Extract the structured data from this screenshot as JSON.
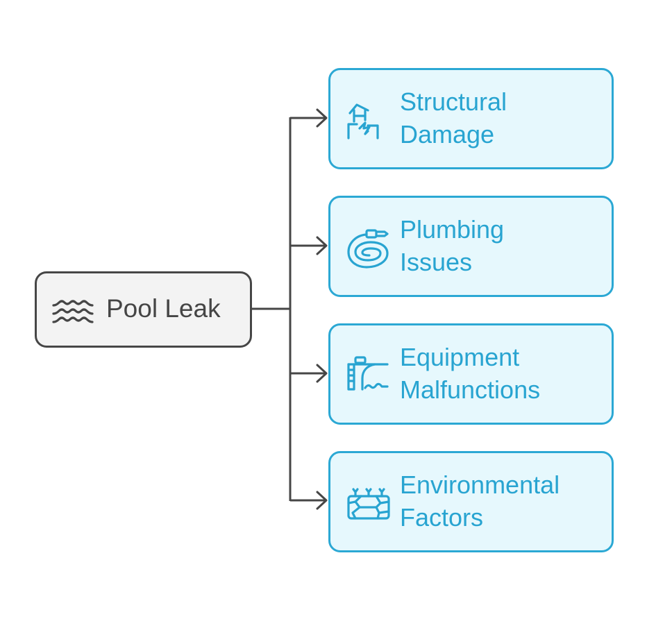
{
  "diagram": {
    "type": "tree",
    "root": {
      "label": "Pool Leak",
      "icon": "water-waves-icon"
    },
    "children": [
      {
        "line1": "Structural",
        "line2": "Damage",
        "icon": "cracked-house-icon"
      },
      {
        "line1": "Plumbing",
        "line2": "Issues",
        "icon": "coiled-hose-icon"
      },
      {
        "line1": "Equipment",
        "line2": "Malfunctions",
        "icon": "pool-ladder-slide-icon"
      },
      {
        "line1": "Environmental",
        "line2": "Factors",
        "icon": "cracked-ground-icon"
      }
    ],
    "colors": {
      "root_fill": "#f3f3f3",
      "root_stroke": "#464646",
      "child_fill": "#e6f8fd",
      "child_stroke": "#2ba8d4",
      "child_text": "#28a4d1",
      "connector": "#464646"
    }
  }
}
